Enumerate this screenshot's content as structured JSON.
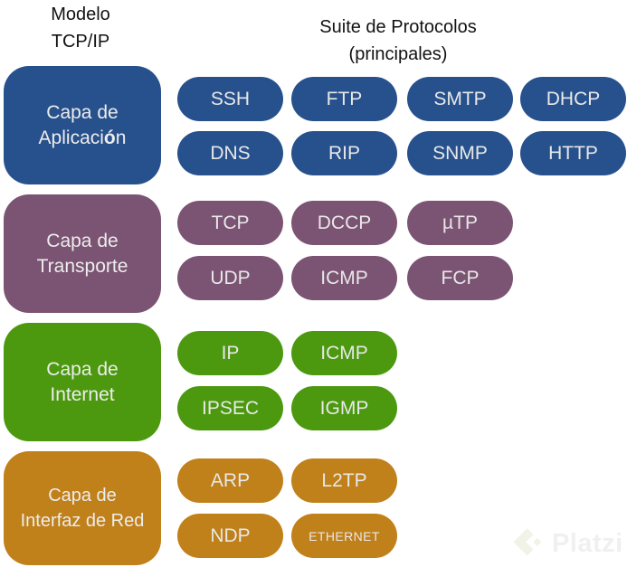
{
  "title_left": {
    "line1": "Modelo",
    "line2": "TCP/IP"
  },
  "title_right": {
    "line1": "Suite de Protocolos",
    "line2": "(principales)"
  },
  "colors": {
    "application": "#27518C",
    "transport": "#7B5373",
    "internet": "#4C990F",
    "network_interface": "#C0801A",
    "heading_text": "#121212",
    "box_text": "#EDEDED",
    "watermark_mark": "#F0F3E6",
    "watermark_text": "#F0F0F0"
  },
  "layers": [
    {
      "name": "application",
      "line1": "Capa de",
      "line2_pre": "Aplicaci",
      "line2_accent": "ó",
      "line2_post": "n",
      "pills": [
        [
          "SSH",
          "FTP",
          "SMTP",
          "DHCP"
        ],
        [
          "DNS",
          "RIP",
          "SNMP",
          "HTTP"
        ]
      ]
    },
    {
      "name": "transport",
      "line1": "Capa de",
      "line2": "Transporte",
      "pills": [
        [
          "TCP",
          "DCCP",
          "µTP"
        ],
        [
          "UDP",
          "ICMP",
          "FCP"
        ]
      ]
    },
    {
      "name": "internet",
      "line1": "Capa de",
      "line2": "Internet",
      "pills": [
        [
          "IP",
          "ICMP"
        ],
        [
          "IPSEC",
          "IGMP"
        ]
      ]
    },
    {
      "name": "network_interface",
      "line1": "Capa de",
      "line2": "Interfaz de Red",
      "pills": [
        [
          "ARP",
          "L2TP"
        ],
        [
          "NDP",
          "ETHERNET"
        ]
      ]
    }
  ],
  "watermark": {
    "text": "Platzi"
  }
}
